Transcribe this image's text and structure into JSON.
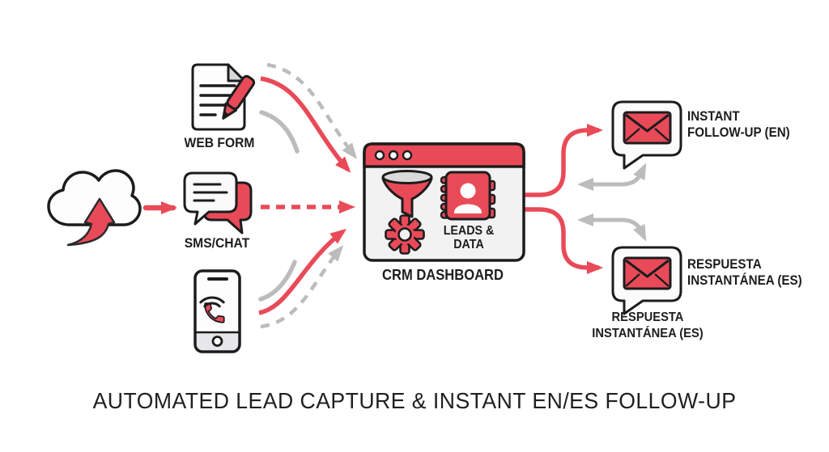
{
  "diagram": {
    "caption": "AUTOMATED LEAD CAPTURE & INSTANT EN/ES FOLLOW-UP",
    "sources": {
      "cloud_icon": "cloud-upload-icon",
      "web_form_label": "WEB FORM",
      "sms_chat_label": "SMS/CHAT",
      "phone_icon": "smartphone-call-icon"
    },
    "crm": {
      "label": "CRM DASHBOARD",
      "leads_line1": "LEADS &",
      "leads_line2": "DATA",
      "icons": [
        "funnel-icon",
        "contact-book-icon",
        "gear-icon"
      ]
    },
    "outputs": {
      "en": {
        "line1": "INSTANT",
        "line2": "FOLLOW-UP (EN)",
        "icon": "envelope-speech-bubble"
      },
      "es": {
        "line1": "RESPUESTA",
        "line2": "INSTANTÁNEA (ES)",
        "icon": "envelope-speech-bubble"
      },
      "es_caption": {
        "line1": "RESPUESTA",
        "line2": "INSTANTÁNEA (ES)"
      }
    },
    "colors": {
      "red": "#e94a58",
      "gray": "#bcbcbc",
      "outline": "#1c1c1e",
      "panel": "#f2f2f3"
    }
  }
}
